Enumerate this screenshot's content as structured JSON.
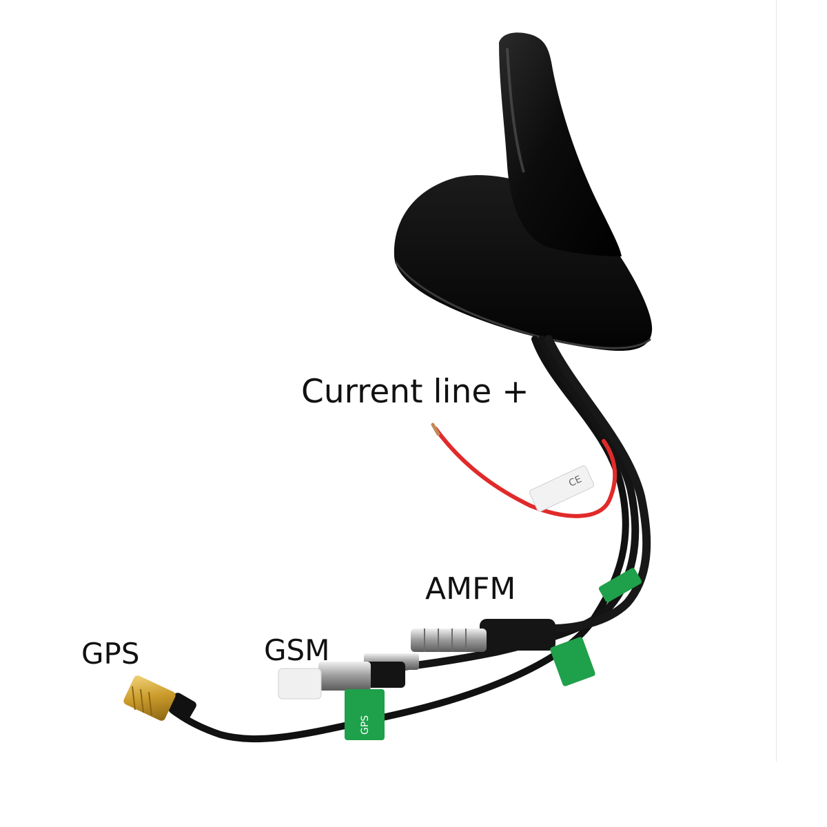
{
  "image": {
    "background": "#ffffff"
  },
  "labels": {
    "current_line": "Current line +",
    "amfm": "AMFM",
    "gsm": "GSM",
    "gps": "GPS"
  },
  "colors": {
    "antenna_body": "#0b0b0b",
    "cable": "#111111",
    "power_wire": "#e12a2a",
    "sticker_green": "#1fa04a",
    "sma_gold": "#c99a2a",
    "chrome": "#b7b7b7",
    "label_text": "#111111"
  },
  "sticker_text": {
    "gps_tag": "GPS",
    "ce_mark": "CE"
  }
}
